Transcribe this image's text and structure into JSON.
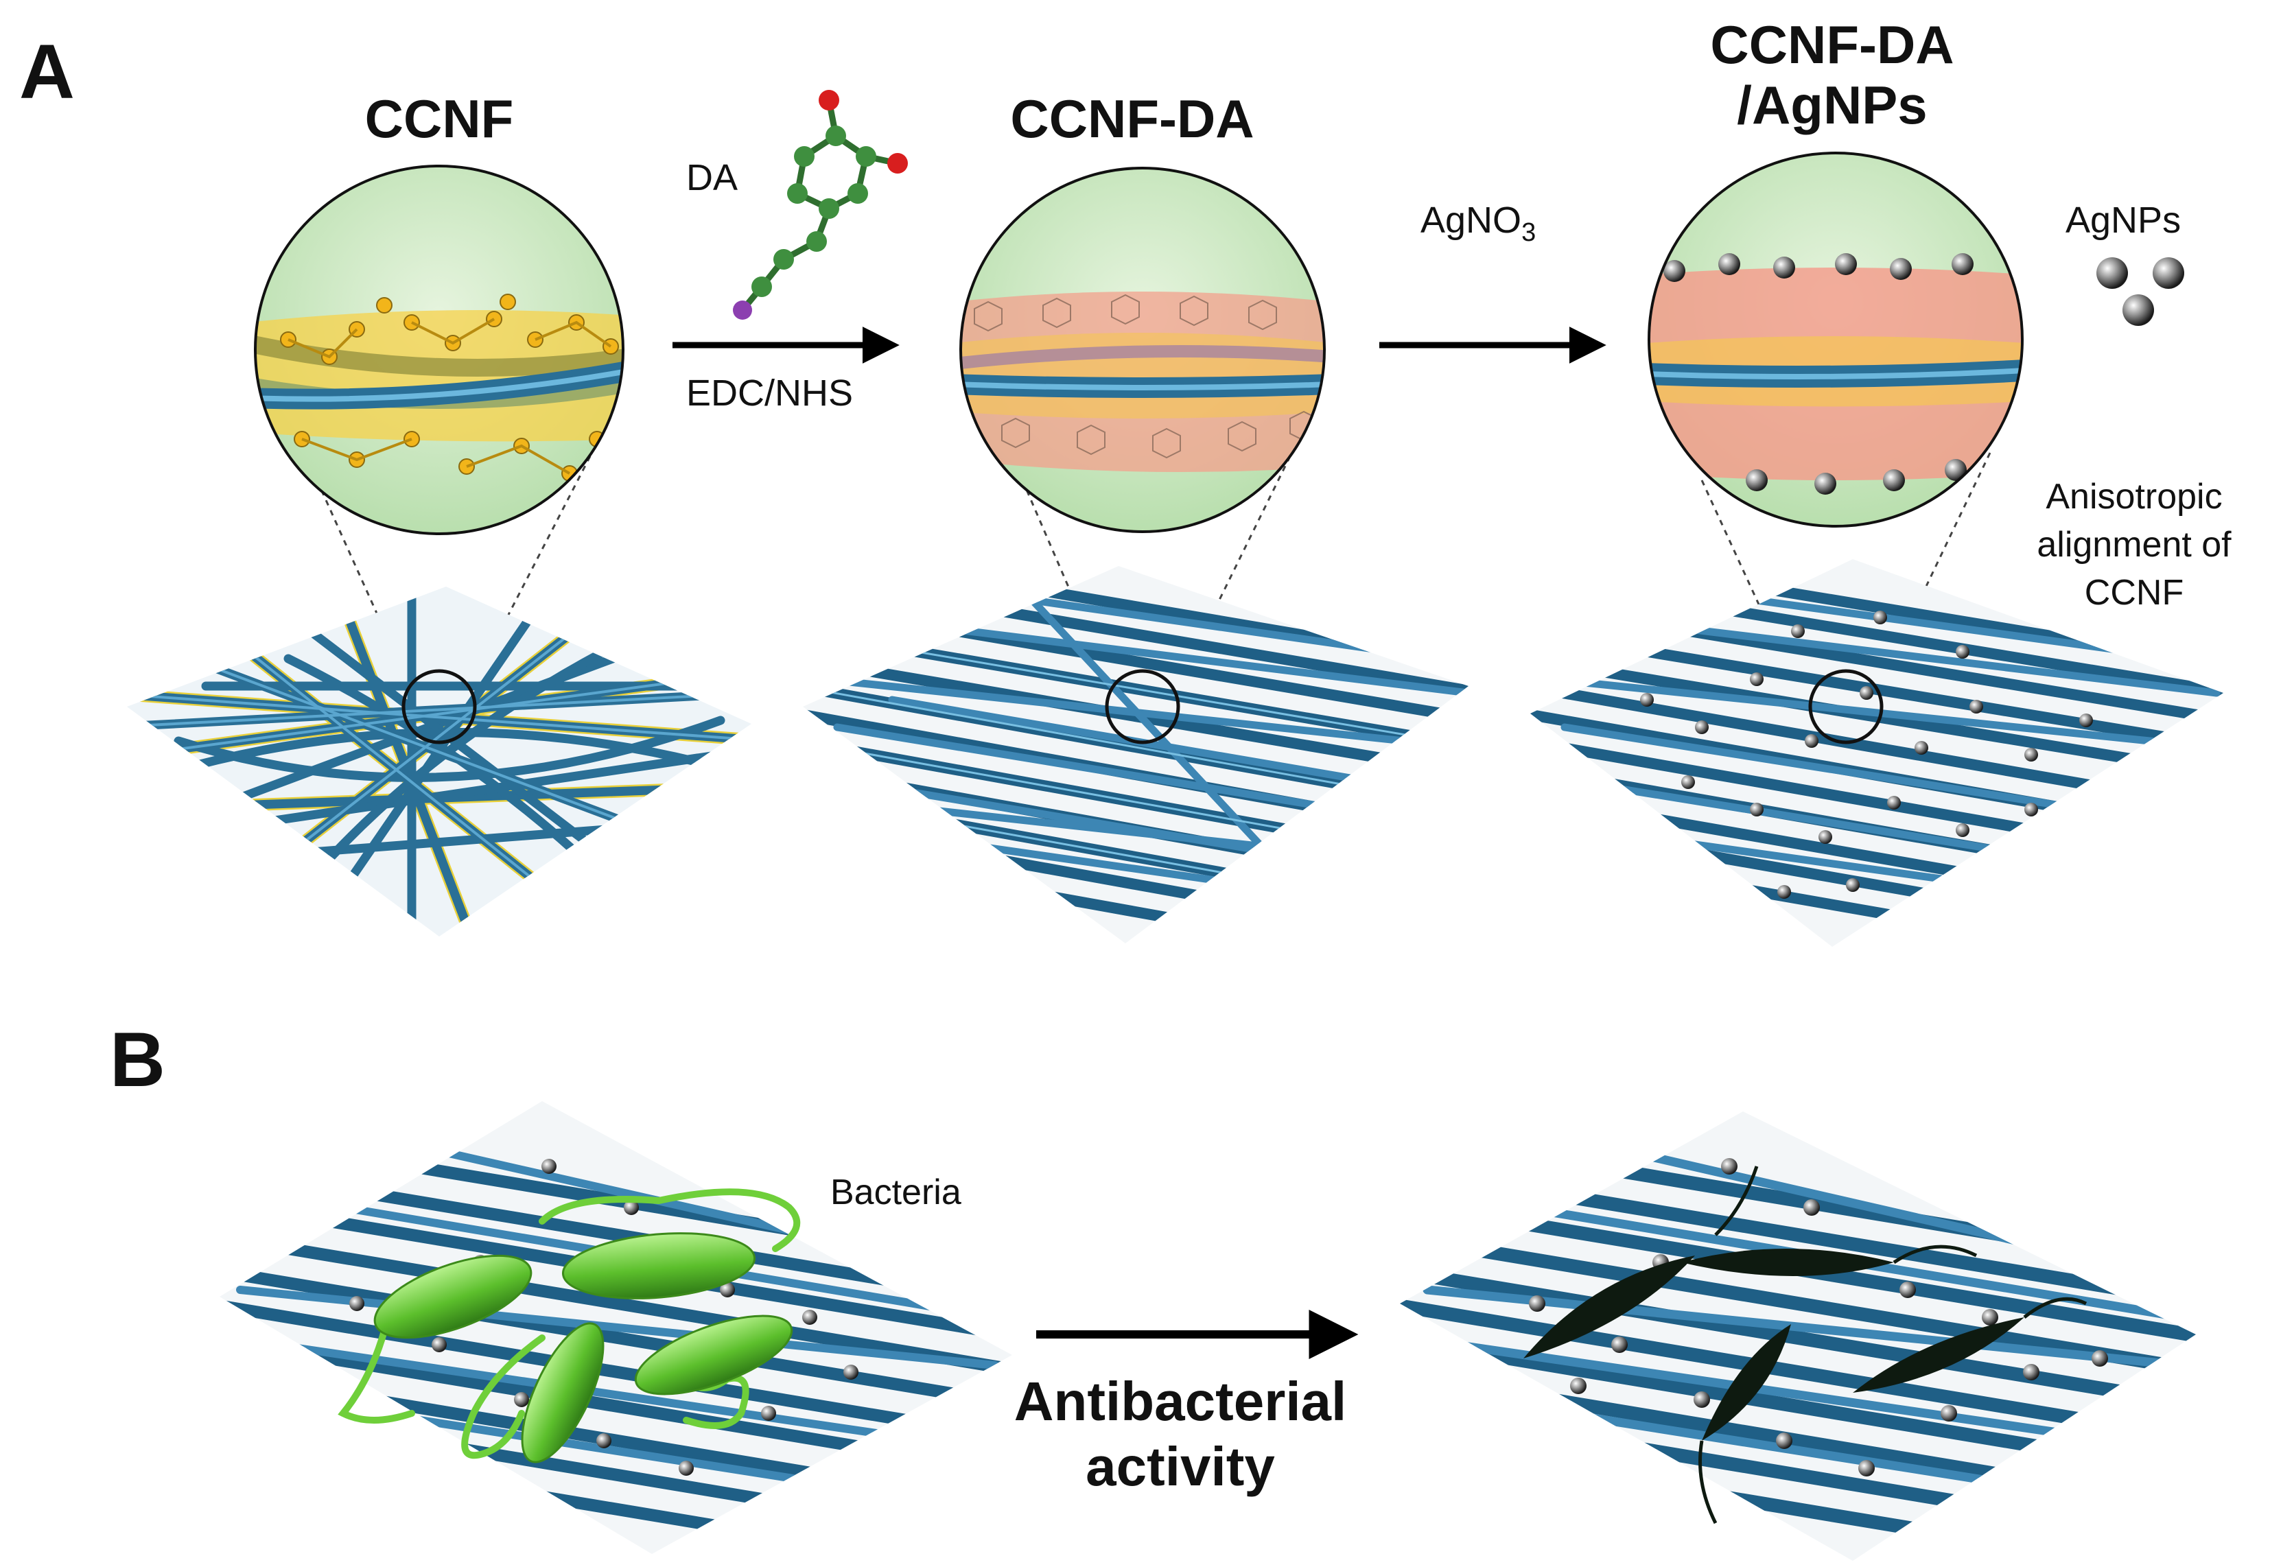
{
  "panel_a": {
    "letter": "A",
    "stages": [
      {
        "title": "CCNF"
      },
      {
        "title": "CCNF-DA"
      },
      {
        "title_line1": "CCNF-DA",
        "title_line2": "/AgNPs"
      }
    ],
    "step1": {
      "top_label": "DA",
      "bottom_label": "EDC/NHS"
    },
    "step2": {
      "label_main": "AgNO",
      "label_sub": "3"
    },
    "agnps_label": "AgNPs",
    "alignment_note": [
      "Anisotropic",
      "alignment of",
      "CCNF"
    ]
  },
  "panel_b": {
    "letter": "B",
    "bacteria_label": "Bacteria",
    "arrow_label": [
      "Antibacterial",
      "activity"
    ]
  },
  "colors": {
    "fiber": "#2a6f96",
    "fiber_light": "#4c9cc4",
    "zoom_background": "#cfe8c4",
    "carboxyl_band": "#f2c21a",
    "dopamine_band": "#f3a08c",
    "bacteria": "#6fcf3a",
    "dead_bacteria": "#0e1a10",
    "carbon_atom": "#3f8f3f",
    "oxygen_atom": "#d81e1e",
    "iodine_atom": "#8c3fb0"
  }
}
